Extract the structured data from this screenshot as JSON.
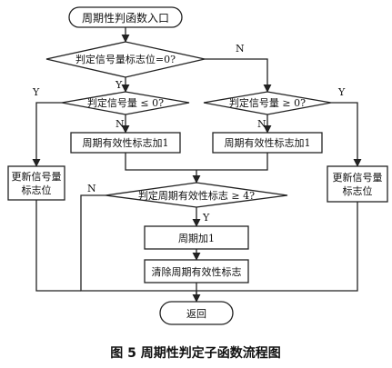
{
  "nodes": {
    "entry": "周期性判函数入口",
    "check_flag": "判定信号量标志位=0?",
    "check_le": "判定信号量 ≤ 0?",
    "check_ge": "判定信号量 ≥ 0?",
    "inc_valid_left": "周期有效性标志加1",
    "inc_valid_right": "周期有效性标志加1",
    "update_left_line1": "更新信号量",
    "update_left_line2": "标志位",
    "update_right_line1": "更新信号量",
    "update_right_line2": "标志位",
    "check_valid": "判定周期有效性标志 ≥ 4?",
    "period_inc": "周期加1",
    "clear_valid": "清除周期有效性标志",
    "return": "返回"
  },
  "edge_labels": {
    "check_flag_yes": "Y",
    "check_flag_no": "N",
    "check_le_yes": "Y",
    "check_le_no": "N",
    "check_ge_yes": "Y",
    "check_ge_no": "N",
    "check_valid_yes": "Y",
    "check_valid_no": "N"
  },
  "caption": "图 5   周期性判定子函数流程图"
}
